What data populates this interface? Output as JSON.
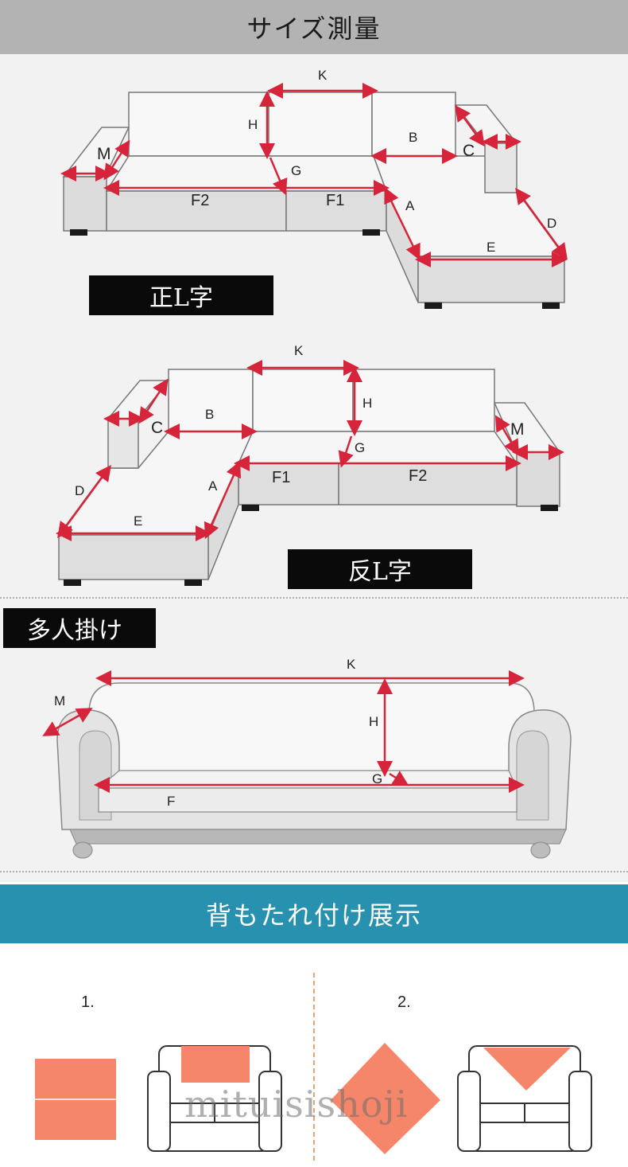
{
  "header": {
    "title": "サイズ測量"
  },
  "section_l": {
    "label": "正L字"
  },
  "section_rev_l": {
    "label": "反L字"
  },
  "section_multi": {
    "label": "多人掛け"
  },
  "dimension_letters": {
    "a": "A",
    "b": "B",
    "c": "C",
    "d": "D",
    "e": "E",
    "f": "F",
    "f1": "F1",
    "f2": "F2",
    "g": "G",
    "h": "H",
    "k": "K",
    "m": "M"
  },
  "display_header": {
    "title": "背もたれ付け展示"
  },
  "steps": [
    {
      "label": "1."
    },
    {
      "label": "2."
    }
  ],
  "watermark": {
    "text": "mituisishoji"
  },
  "colors": {
    "header_gray": "#b3b3b3",
    "header_blue": "#2891b0",
    "arrow_red": "#d6243a",
    "cover_salmon": "#f5866a",
    "label_black": "#0a0a0a"
  }
}
